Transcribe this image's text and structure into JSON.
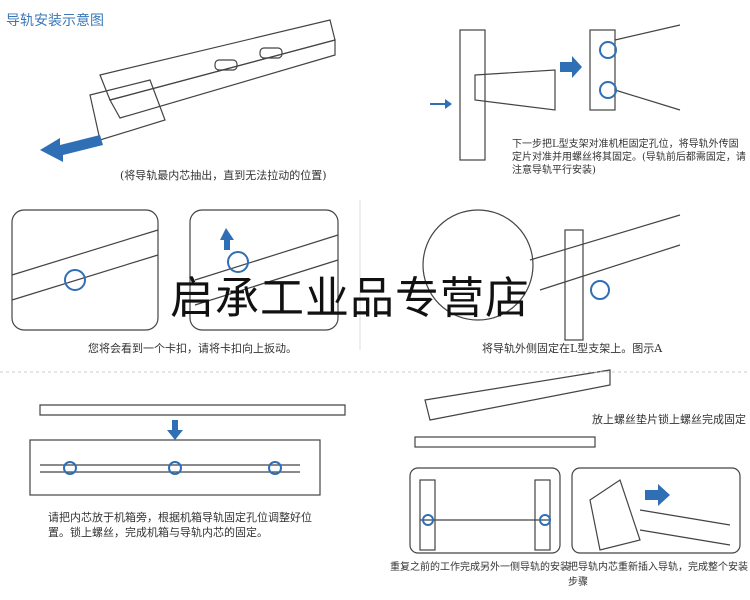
{
  "title": "导轨安装示意图",
  "steps": [
    {
      "caption": "(将导轨最内芯抽出，直到无法拉动的位置)"
    },
    {
      "caption": "下一步把L型支架对准机柜固定孔位，将导轨外传固定片对准并用螺丝将其固定。(导轨前后都需固定，请注意导轨平行安装)"
    },
    {
      "caption": "您将会看到一个卡扣，请将卡扣向上扳动。"
    },
    {
      "caption": "将导轨外侧固定在L型支架上。图示A"
    },
    {
      "caption": "放上螺丝垫片锁上螺丝完成固定"
    },
    {
      "caption": "请把内芯放于机箱旁，根据机箱导轨固定孔位调整好位置。锁上螺丝，完成机箱与导轨内芯的固定。"
    },
    {
      "caption": "重复之前的工作完成另外一侧导轨的安装"
    },
    {
      "caption": "把导轨内芯重新插入导轨，完成整个安装步骤"
    }
  ],
  "watermark": "启承工业品专营店",
  "colors": {
    "accent": "#2f6fb5",
    "line": "#444444"
  }
}
